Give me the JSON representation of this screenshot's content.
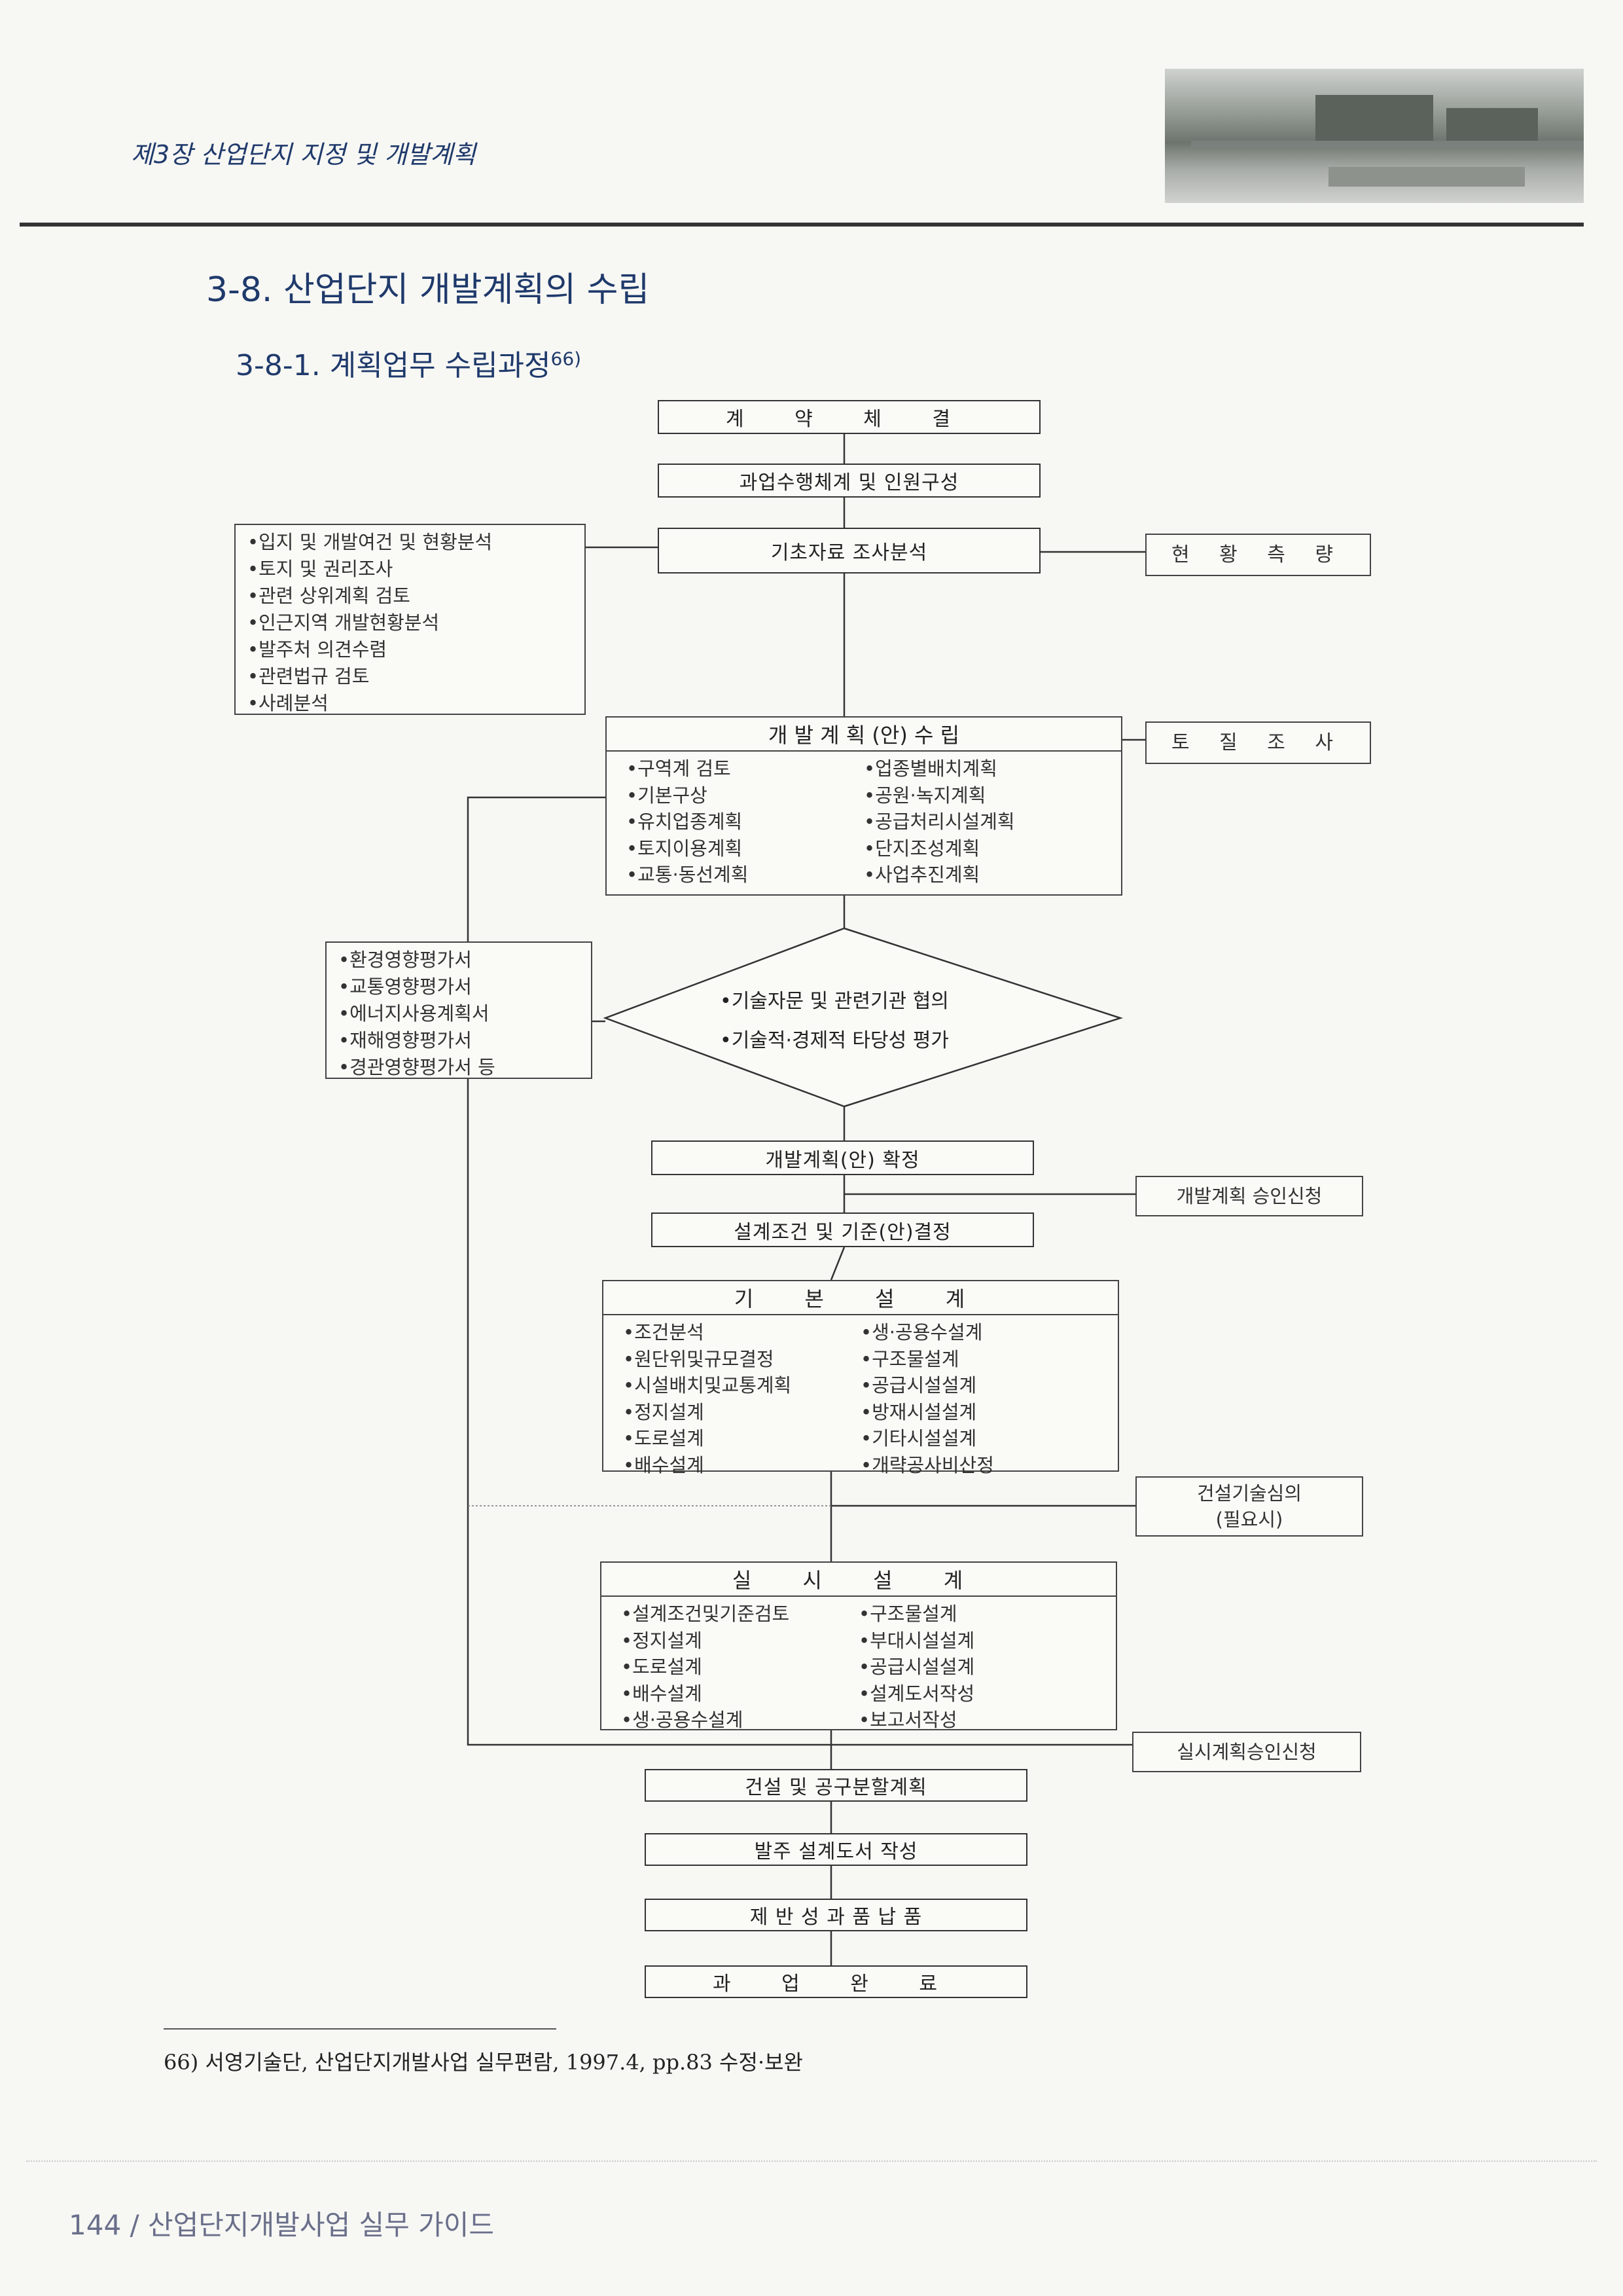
{
  "header": {
    "chapter": "제3장 산업단지 지정 및 개발계획"
  },
  "section_title": "3-8. 산업단지 개발계획의 수립",
  "subsection_title": "3-8-1. 계획업무 수립과정",
  "subsection_footnote_ref": "66)",
  "flow": {
    "contract": "계 약 체 결",
    "organize": "과업수행체계 및 인원구성",
    "basic_survey": "기초자료 조사분석",
    "basic_survey_items": [
      "입지 및 개발여건 및 현황분석",
      "토지 및 권리조사",
      "관련 상위계획 검토",
      "인근지역 개발현황분석",
      "발주처 의견수렴",
      "관련법규 검토",
      "사례분석"
    ],
    "status_survey": "현 황 측 량",
    "dev_plan": {
      "title": "개 발 계 획 (안) 수 립",
      "left": [
        "구역계 검토",
        "기본구상",
        "유치업종계획",
        "토지이용계획",
        "교통·동선계획"
      ],
      "right": [
        "업종별배치계획",
        "공원·녹지계획",
        "공급처리시설계획",
        "단지조성계획",
        "사업추진계획"
      ]
    },
    "soil_survey": "토 질 조 사",
    "assessments": [
      "환경영향평가서",
      "교통영향평가서",
      "에너지사용계획서",
      "재해영향평가서",
      "경관영향평가서 등"
    ],
    "diamond": [
      "기술자문 및 관련기관 협의",
      "기술적·경제적 타당성 평가"
    ],
    "dev_plan_confirm": "개발계획(안) 확정",
    "dev_plan_approval": "개발계획 승인신청",
    "design_criteria": "설계조건 및 기준(안)결정",
    "basic_design": {
      "title": "기 본 설 계",
      "left": [
        "조건분석",
        "원단위및규모결정",
        "시설배치및교통계획",
        "정지설계",
        "도로설계",
        "배수설계"
      ],
      "right": [
        "생·공용수설계",
        "구조물설계",
        "공급시설설계",
        "방재시설설계",
        "기타시설설계",
        "개략공사비산정"
      ]
    },
    "tech_review": [
      "건설기술심의",
      "(필요시)"
    ],
    "detail_design": {
      "title": "실 시 설 계",
      "left": [
        "설계조건및기준검토",
        "정지설계",
        "도로설계",
        "배수설계",
        "생·공용수설계"
      ],
      "right": [
        "구조물설계",
        "부대시설설계",
        "공급시설설계",
        "설계도서작성",
        "보고서작성"
      ]
    },
    "detail_approval": "실시계획승인신청",
    "construction_plan": "건설 및 공구분할계획",
    "order_docs": "발주 설계도서 작성",
    "deliverables": "제 반 성 과 품 납 품",
    "complete": "과 업 완 료"
  },
  "footnote": "66) 서영기술단, 산업단지개발사업 실무편람, 1997.4, pp.83 수정·보완",
  "footer": "144 / 산업단지개발사업 실무 가이드"
}
